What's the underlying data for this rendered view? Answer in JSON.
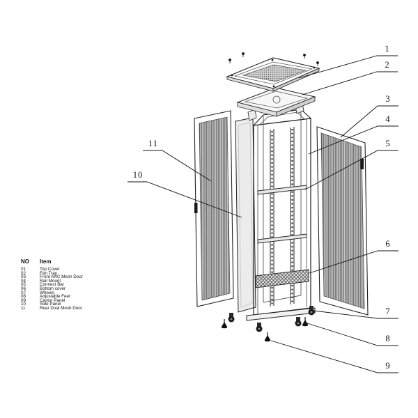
{
  "canvas": {
    "background": "#ffffff"
  },
  "colors": {
    "line": "#1a1a1a",
    "mesh_fill": "#cdcdcd",
    "mesh_line": "#4f4f4f",
    "panel_fill": "#ececec",
    "perf_fill": "#cfcfcf"
  },
  "legend": {
    "headers": {
      "no": "NO",
      "item": "Item"
    },
    "rows": [
      {
        "no": "01",
        "item": "Top Cover"
      },
      {
        "no": "02",
        "item": "Fan Tray"
      },
      {
        "no": "03",
        "item": "Front ARC Mesh Door"
      },
      {
        "no": "04",
        "item": "Rail Mount"
      },
      {
        "no": "05",
        "item": "Connect Bar"
      },
      {
        "no": "06",
        "item": "Bottom cover"
      },
      {
        "no": "07",
        "item": "Wheels"
      },
      {
        "no": "08",
        "item": "Adjustable Feet"
      },
      {
        "no": "09",
        "item": "Castor Panel"
      },
      {
        "no": "10",
        "item": "Side Panel"
      },
      {
        "no": "11",
        "item": "Rear Dual Mesh Door"
      }
    ]
  },
  "callouts": [
    {
      "label": "1"
    },
    {
      "label": "2"
    },
    {
      "label": "3"
    },
    {
      "label": "4"
    },
    {
      "label": "5"
    },
    {
      "label": "6"
    },
    {
      "label": "7"
    },
    {
      "label": "8"
    },
    {
      "label": "9"
    },
    {
      "label": "10"
    },
    {
      "label": "11"
    }
  ]
}
